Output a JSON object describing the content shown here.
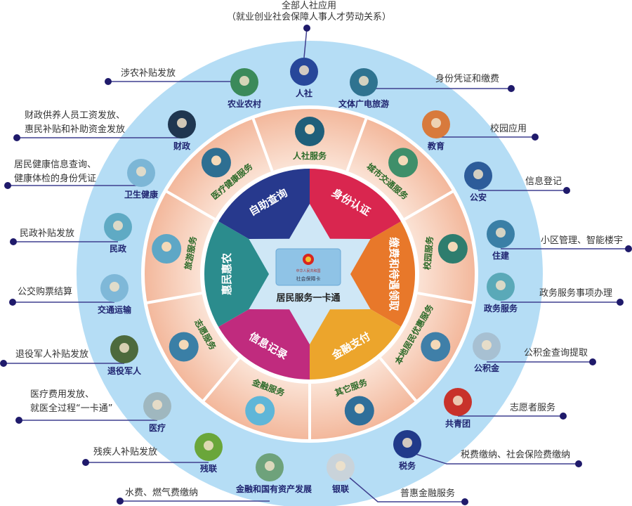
{
  "top": {
    "title": "全部人社应用",
    "subtitle": "（就业创业社会保障人事人才劳动关系）"
  },
  "center": {
    "title": "居民服务一卡通",
    "card_line1": "中华人民共和国",
    "card_line2": "社会保障卡"
  },
  "star": [
    {
      "label": "缴费和待遇领取",
      "color": "#e8782a"
    },
    {
      "label": "金融支付",
      "color": "#eca52c"
    },
    {
      "label": "信息记录",
      "color": "#c02b7e"
    },
    {
      "label": "惠民惠农",
      "color": "#2b8c8d"
    },
    {
      "label": "自助查询",
      "color": "#27398d"
    },
    {
      "label": "身份认证",
      "color": "#d9264f"
    }
  ],
  "services": [
    {
      "label": "人社服务",
      "icon": "worker-icon",
      "color": "#1f5f7a"
    },
    {
      "label": "城市交通服务",
      "icon": "bus-icon",
      "color": "#3f8f6a"
    },
    {
      "label": "校园服务",
      "icon": "school-icon",
      "color": "#2e7d6e"
    },
    {
      "label": "本地居民优惠服务",
      "icon": "family-icon",
      "color": "#3f7fa8"
    },
    {
      "label": "其它服务",
      "icon": "handshake-icon",
      "color": "#2f6f9a"
    },
    {
      "label": "金融服务",
      "icon": "yuan-coin-icon",
      "color": "#5fb6d8"
    },
    {
      "label": "志愿服务",
      "icon": "volunteer-icon",
      "color": "#3a7fa6"
    },
    {
      "label": "旅游服务",
      "icon": "beach-icon",
      "color": "#5ea7c6"
    },
    {
      "label": "医疗健康服务",
      "icon": "doctor-icon",
      "color": "#2e6f92"
    }
  ],
  "departments": [
    {
      "label": "人社",
      "desc": [],
      "icon": "social-security-icon",
      "color": "#27479a"
    },
    {
      "label": "文体广电旅游",
      "desc": [
        "身份凭证和缴费"
      ],
      "icon": "picture-icon",
      "color": "#2f7390"
    },
    {
      "label": "教育",
      "desc": [
        "校园应用"
      ],
      "icon": "book-icon",
      "color": "#d87a3c"
    },
    {
      "label": "公安",
      "desc": [
        "信息登记"
      ],
      "icon": "police-icon",
      "color": "#2d5c9a"
    },
    {
      "label": "住建",
      "desc": [
        "小区管理、智能楼宇"
      ],
      "icon": "house-icon",
      "color": "#3a7fa6"
    },
    {
      "label": "政务服务",
      "desc": [
        "政务服务事项办理"
      ],
      "icon": "clerk-icon",
      "color": "#5aa9b8"
    },
    {
      "label": "公积金",
      "desc": [
        "公积金查询提取"
      ],
      "icon": "building-icon",
      "color": "#a7c0d2"
    },
    {
      "label": "共青团",
      "desc": [
        "志愿者服务"
      ],
      "icon": "youth-league-icon",
      "color": "#c8322b"
    },
    {
      "label": "税务",
      "desc": [
        "税费缴纳、社会保险费缴纳"
      ],
      "icon": "tax-shield-icon",
      "color": "#213a8a"
    },
    {
      "label": "银联",
      "desc": [
        "普惠金融服务"
      ],
      "icon": "unionpay-icon",
      "color": "#c9d3da"
    },
    {
      "label": "金融和国有资产发展",
      "desc": [
        "水费、燃气费缴纳"
      ],
      "icon": "office-tower-icon",
      "color": "#6ea27b"
    },
    {
      "label": "残联",
      "desc": [
        "残疾人补贴发放"
      ],
      "icon": "disability-federation-icon",
      "color": "#6aa63a"
    },
    {
      "label": "医疗",
      "desc": [
        "医疗费用发放、",
        "就医全过程“一卡通”"
      ],
      "icon": "clinic-icon",
      "color": "#9fb7bf"
    },
    {
      "label": "退役军人",
      "desc": [
        "退役军人补贴发放"
      ],
      "icon": "soldier-icon",
      "color": "#4d6a3d"
    },
    {
      "label": "交通运输",
      "desc": [
        "公交购票结算"
      ],
      "icon": "van-icon",
      "color": "#7fb8d8"
    },
    {
      "label": "民政",
      "desc": [
        "民政补贴发放"
      ],
      "icon": "citizen-icon",
      "color": "#5faac4"
    },
    {
      "label": "卫生健康",
      "desc": [
        "居民健康信息查询、",
        "健康体检的身份凭证"
      ],
      "icon": "medic-icon",
      "color": "#7cb6d6"
    },
    {
      "label": "财政",
      "desc": [
        "财政供养人员工资发放、",
        "惠民补贴和补助资金发放"
      ],
      "icon": "money-bag-icon",
      "color": "#1f3650"
    },
    {
      "label": "农业农村",
      "desc": [
        "涉农补贴发放"
      ],
      "icon": "farm-icon",
      "color": "#3b8a5a"
    }
  ]
}
